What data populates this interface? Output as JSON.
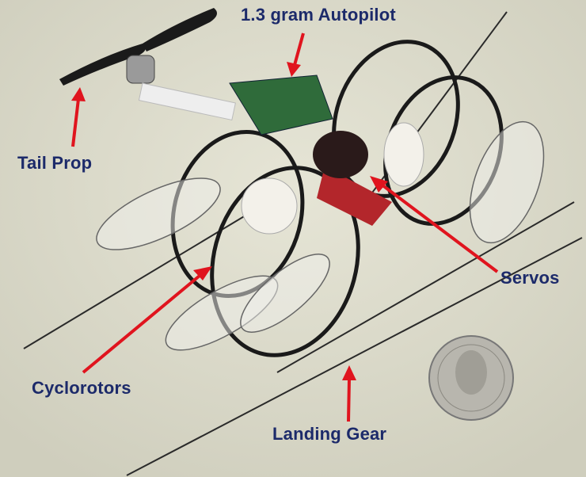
{
  "labels": {
    "autopilot": "1.3 gram Autopilot",
    "tail_prop": "Tail Prop",
    "servos": "Servos",
    "cyclorotors": "Cyclorotors",
    "landing_gear": "Landing Gear"
  },
  "colors": {
    "label_text": "#1c2a6a",
    "arrow": "#e0141e",
    "background": "#dcdbcb"
  }
}
